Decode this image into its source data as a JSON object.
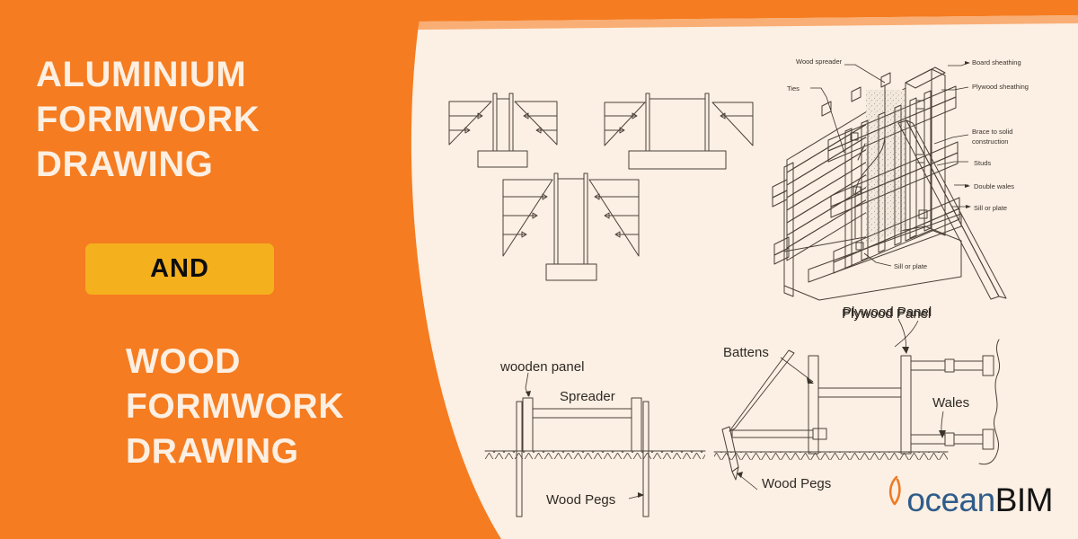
{
  "banner": {
    "title_lines": [
      "ALUMINIUM",
      "FORMWORK",
      "DRAWING"
    ],
    "connector_label": "AND",
    "subtitle_lines": [
      "WOOD",
      "FORMWORK",
      "DRAWING"
    ],
    "colors": {
      "orange": "#F57C20",
      "cream": "#FCEFE3",
      "badge_yellow": "#F5B01E",
      "badge_text": "#0d0d0d",
      "title_text": "#FDEFE2",
      "top_strip": "#F9AE75",
      "drawing_ink": "#4a4038"
    }
  },
  "logo": {
    "mark_icon": "wave-swoosh-icon",
    "mark_color": "#EE7A23",
    "word_primary": "ocean",
    "word_primary_color": "#2E5C8A",
    "word_secondary": "BIM",
    "word_secondary_color": "#141414"
  },
  "diagrams": {
    "pressure_sections": {
      "name": "formwork-pressure-diagrams",
      "count": 3,
      "description": "Three concrete wall/footing cross-sections with triangular lateral pressure distribution diagrams on each side"
    },
    "isometric_wall_form": {
      "name": "plywood-panel-wall-form-isometric",
      "caption": "Plywood Panel",
      "callouts": [
        "Wood spreader",
        "Ties",
        "Board sheathing",
        "Plywood sheathing",
        "Brace to solid construction",
        "Studs",
        "Double wales",
        "Sill or plate",
        "Sill or plate"
      ]
    },
    "wooden_panel_section": {
      "name": "wooden-panel-spreader-section",
      "callouts": [
        "wooden panel",
        "Spreader",
        "Wood Pegs"
      ]
    },
    "battens_panel_section": {
      "name": "battens-plywood-panel-section",
      "callouts": [
        "Battens",
        "Plywood Panel",
        "Wales",
        "Wood Pegs"
      ]
    }
  }
}
